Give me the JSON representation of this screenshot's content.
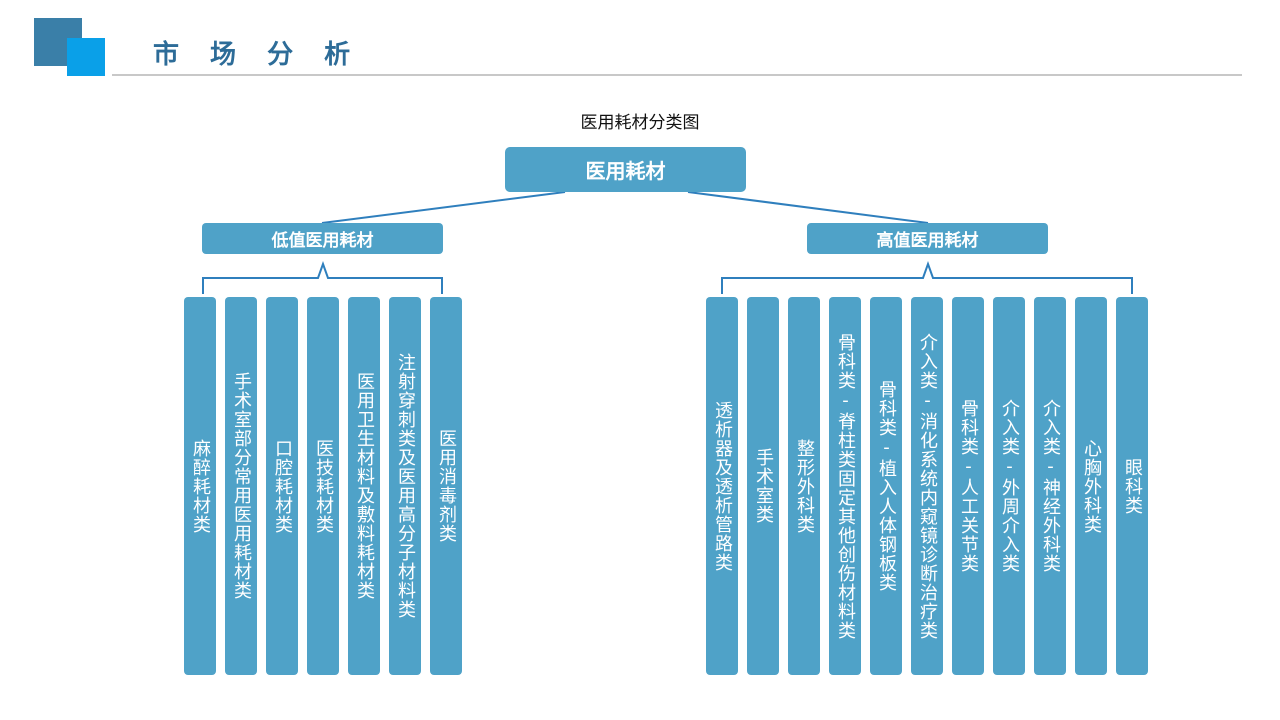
{
  "header": {
    "title": "市 场 分 析"
  },
  "diagram": {
    "caption": "医用耗材分类图",
    "root": "医用耗材",
    "branches": [
      {
        "label": "低值医用耗材",
        "items": [
          "麻醉耗材类",
          "手术室部分常用医用耗材类",
          "口腔耗材类",
          "医技耗材类",
          "医用卫生材料及敷料耗材类",
          "注射穿刺类及医用高分子材料类",
          "医用消毒剂类"
        ]
      },
      {
        "label": "高值医用耗材",
        "items": [
          "透析器及透析管路类",
          "手术室类",
          "整形外科类",
          "骨科类-脊柱类固定其他创伤材料类",
          "骨科类-植入人体钢板类",
          "介入类-消化系统内窥镜诊断治疗类",
          "骨科类-人工关节类",
          "介入类-外周介入类",
          "介入类-神经外科类",
          "心胸外科类",
          "眼科类"
        ]
      }
    ]
  },
  "colors": {
    "node_fill": "#4fa2c8",
    "connector": "#2f7fbd",
    "title": "#2d6c98",
    "logo_dark": "#3a7fa8",
    "logo_light": "#0aa0e8",
    "rule": "#c8c8c8"
  }
}
